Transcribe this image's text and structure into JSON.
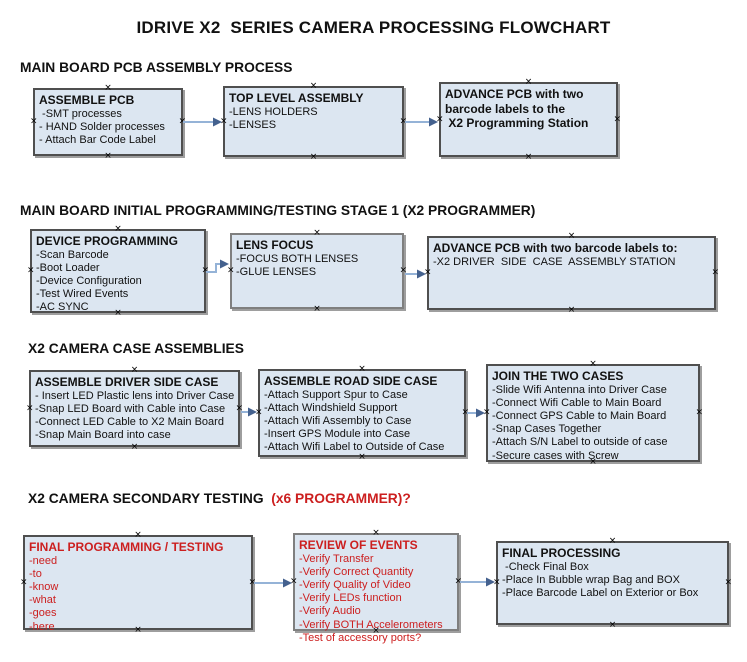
{
  "title": "IDRIVE X2  SERIES CAMERA PROCESSING FLOWCHART",
  "icons": {
    "connection_handle": "×"
  },
  "colors": {
    "box_fill": "#dce6f1",
    "box_border": "#4f4f4f",
    "black_text": "#111111",
    "red_text": "#cc1f1f",
    "arrow_line": "#95b3d7",
    "arrow_head": "#44618e"
  },
  "sections": [
    {
      "heading": "MAIN BOARD PCB ASSEMBLY PROCESS",
      "boxes": [
        {
          "title": "ASSEMBLE PCB",
          "items": [
            " -SMT processes",
            "- HAND Solder processes",
            "- Attach Bar Code Label"
          ]
        },
        {
          "title": "TOP LEVEL ASSEMBLY",
          "items": [
            "-LENS HOLDERS",
            "-LENSES"
          ]
        },
        {
          "title": "ADVANCE PCB with two\nbarcode labels to the\n X2 Programming Station",
          "items": []
        }
      ]
    },
    {
      "heading": "MAIN BOARD INITIAL PROGRAMMING/TESTING STAGE 1 (X2 PROGRAMMER)",
      "boxes": [
        {
          "title": "DEVICE PROGRAMMING",
          "items": [
            "-Scan Barcode",
            "-Boot Loader",
            "-Device Configuration",
            "-Test Wired Events",
            "-AC SYNC"
          ]
        },
        {
          "title": "LENS FOCUS",
          "items": [
            "-FOCUS BOTH LENSES",
            "-GLUE LENSES"
          ]
        },
        {
          "title": "ADVANCE PCB with two barcode labels to:",
          "items": [
            "-X2 DRIVER  SIDE  CASE  ASSEMBLY STATION"
          ]
        }
      ]
    },
    {
      "heading": "X2 CAMERA CASE ASSEMBLIES",
      "boxes": [
        {
          "title": "ASSEMBLE DRIVER SIDE CASE",
          "items": [
            "- Insert LED Plastic lens into Driver Case",
            "-Snap LED Board with Cable into Case",
            "-Connect LED Cable to X2 Main Board",
            "-Snap Main Board into case"
          ]
        },
        {
          "title": "ASSEMBLE ROAD SIDE CASE",
          "items": [
            "-Attach Support Spur to Case",
            "-Attach Windshield Support",
            "-Attach Wifi Assembly to Case",
            "-Insert GPS Module into Case",
            "-Attach Wifi Label to Outside of Case"
          ]
        },
        {
          "title": "JOIN THE TWO CASES",
          "items": [
            "-Slide Wifi Antenna into Driver Case",
            "-Connect Wifi Cable to Main Board",
            "-Connect GPS Cable to Main Board",
            "-Snap Cases Together",
            "-Attach S/N Label to outside of case",
            "-Secure cases with Screw"
          ]
        }
      ]
    },
    {
      "heading": "X2 CAMERA SECONDARY TESTING",
      "heading_suffix": "  (x6 PROGRAMMER)?",
      "boxes": [
        {
          "title": "FINAL PROGRAMMING / TESTING",
          "items": [
            "-need",
            "-to",
            "-know",
            "-what",
            "-goes",
            "-here"
          ]
        },
        {
          "title": "REVIEW OF EVENTS",
          "items": [
            "-Verify Transfer",
            "-Verify Correct Quantity",
            "-Verify Quality of Video",
            "-Verify LEDs function",
            "-Verify Audio",
            "-Verify BOTH Accelerometers",
            "-Test of accessory ports?"
          ]
        },
        {
          "title": "FINAL PROCESSING",
          "items": [
            " -Check Final Box",
            "-Place In Bubble wrap Bag and BOX",
            "-Place Barcode Label on Exterior or Box"
          ]
        }
      ]
    }
  ]
}
